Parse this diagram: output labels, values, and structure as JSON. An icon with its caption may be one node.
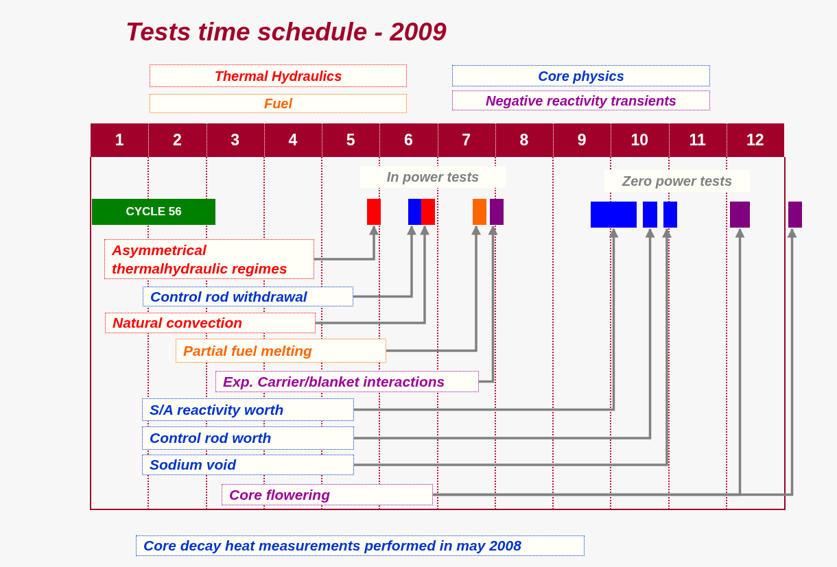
{
  "diagram": {
    "title": "Tests time schedule - 2009",
    "nodes": [
      {
        "text": [
          "Thermal Hydraulics"
        ]
      },
      {
        "text": [
          "Fuel"
        ]
      },
      {
        "text": [
          "Core physics"
        ]
      },
      {
        "text": [
          "Negative reactivity transients"
        ]
      },
      {
        "text": [
          "In power tests"
        ]
      },
      {
        "text": [
          "Zero power tests"
        ]
      },
      {
        "text": [
          "CYCLE 56"
        ]
      },
      {
        "text": [],
        "shape": "bar"
      },
      {
        "text": [],
        "shape": "bar"
      },
      {
        "text": [],
        "shape": "bar"
      },
      {
        "text": [],
        "shape": "bar"
      },
      {
        "text": [],
        "shape": "bar"
      },
      {
        "text": [],
        "shape": "bar"
      },
      {
        "text": [],
        "shape": "bar"
      },
      {
        "text": [],
        "shape": "bar"
      },
      {
        "text": [],
        "shape": "bar"
      },
      {
        "text": [],
        "shape": "bar"
      },
      {
        "text": [
          "Asymmetrical thermalhydraulic regimes"
        ]
      },
      {
        "text": [
          "Control rod withdrawal"
        ]
      },
      {
        "text": [
          "Natural convection"
        ]
      },
      {
        "text": [
          "Partial fuel melting"
        ]
      },
      {
        "text": [
          "Exp. Carrier/blanket interactions"
        ]
      },
      {
        "text": [
          "S/A reactivity worth"
        ]
      },
      {
        "text": [
          "Control rod worth"
        ]
      },
      {
        "text": [
          "Sodium void"
        ]
      },
      {
        "text": [
          "Core flowering"
        ]
      },
      {
        "text": [
          "Core decay heat measurements performed in may 2008"
        ]
      }
    ],
    "edges": [
      {
        "from": 17,
        "to": 7,
        "arrow": "to"
      },
      {
        "from": 18,
        "to": 8,
        "arrow": "to"
      },
      {
        "from": 19,
        "to": 9,
        "arrow": "to"
      },
      {
        "from": 20,
        "to": 10,
        "arrow": "to"
      },
      {
        "from": 21,
        "to": 11,
        "arrow": "to"
      },
      {
        "from": 22,
        "to": 12,
        "arrow": "to"
      },
      {
        "from": 23,
        "to": 13,
        "arrow": "to"
      },
      {
        "from": 24,
        "to": 14,
        "arrow": "to"
      },
      {
        "from": 25,
        "to": 15,
        "arrow": "to"
      },
      {
        "from": 25,
        "to": 16,
        "arrow": "to"
      }
    ],
    "labels": [
      "1",
      "2",
      "3",
      "4",
      "5",
      "6",
      "7",
      "8",
      "9",
      "10",
      "11",
      "12"
    ]
  }
}
